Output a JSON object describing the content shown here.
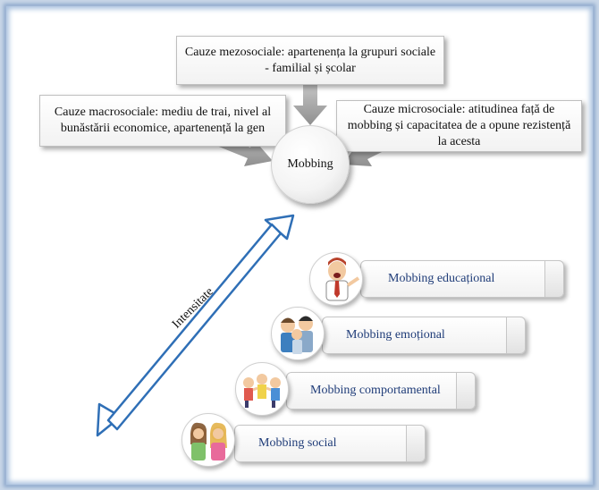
{
  "causes": {
    "meso": "Cauze mezosociale: apartenența la grupuri sociale - familial și școlar",
    "macro": "Cauze macrosociale: mediu de trai, nivel al bunăstării economice, apartenență la gen",
    "micro": "Cauze microsociale: atitudinea față de mobbing și capacitatea de a opune rezistență la acesta"
  },
  "center": "Mobbing",
  "axis_label": "Intensitate",
  "types": [
    {
      "label": "Mobbing educațional",
      "icon": "teacher-shouting-icon"
    },
    {
      "label": "Mobbing emoțional",
      "icon": "emotional-group-icon"
    },
    {
      "label": "Mobbing comportamental",
      "icon": "children-fighting-icon"
    },
    {
      "label": "Mobbing social",
      "icon": "social-gossip-icon"
    }
  ],
  "colors": {
    "accent": "#2f6fb6",
    "label": "#1f3c78",
    "arrow": "#a6a6a6"
  }
}
